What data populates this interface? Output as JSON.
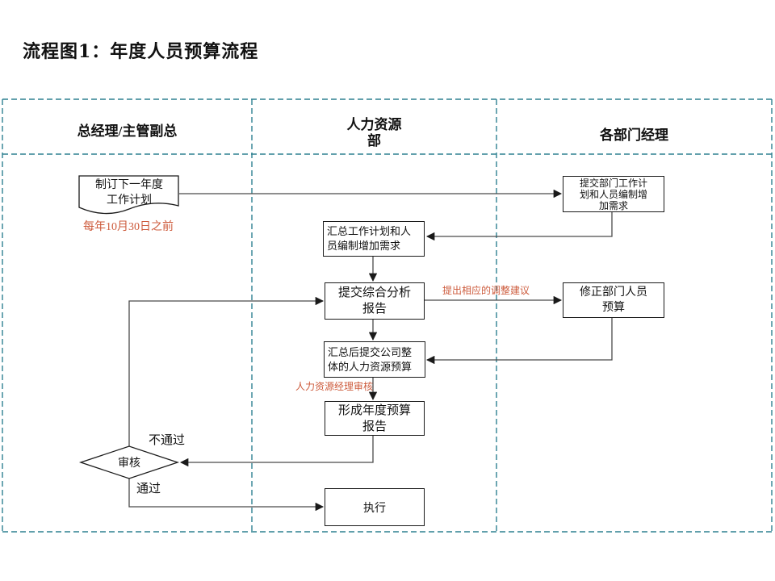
{
  "title": "流程图1：年度人员预算流程",
  "lanes": [
    {
      "label": "总经理/主管副总"
    },
    {
      "label": "人力资源\n部"
    },
    {
      "label": "各部门经理"
    }
  ],
  "nodes": {
    "draft_plan": {
      "text": "制订下一年度\n工作计划",
      "shape": "document"
    },
    "submit_dept_plan": {
      "text": "提交部门工作计\n划和人员编制增\n加需求",
      "shape": "rect"
    },
    "summarize_requests": {
      "text": "汇总工作计划和人\n员编制增加需求",
      "shape": "rect"
    },
    "submit_analysis": {
      "text": "提交综合分析\n报告",
      "shape": "rect"
    },
    "revise_budget": {
      "text": "修正部门人员\n预算",
      "shape": "rect"
    },
    "submit_overall_budget": {
      "text": "汇总后提交公司整\n体的人力资源预算",
      "shape": "rect"
    },
    "form_annual_report": {
      "text": "形成年度预算\n报告",
      "shape": "rect"
    },
    "review": {
      "text": "审核",
      "shape": "diamond"
    },
    "execute": {
      "text": "执行",
      "shape": "rect"
    }
  },
  "annotations": {
    "deadline": "每年10月30日之前",
    "adjustment": "提出相应的调整建议",
    "hr_manager_review": "人力资源经理审核"
  },
  "decision_labels": {
    "fail": "不通过",
    "pass": "通过"
  },
  "colors": {
    "lane_border": "#2E8191",
    "annotation_text": "#CD5B3C",
    "connector": "#4a4a4a",
    "node_border": "#1a1a1a"
  }
}
